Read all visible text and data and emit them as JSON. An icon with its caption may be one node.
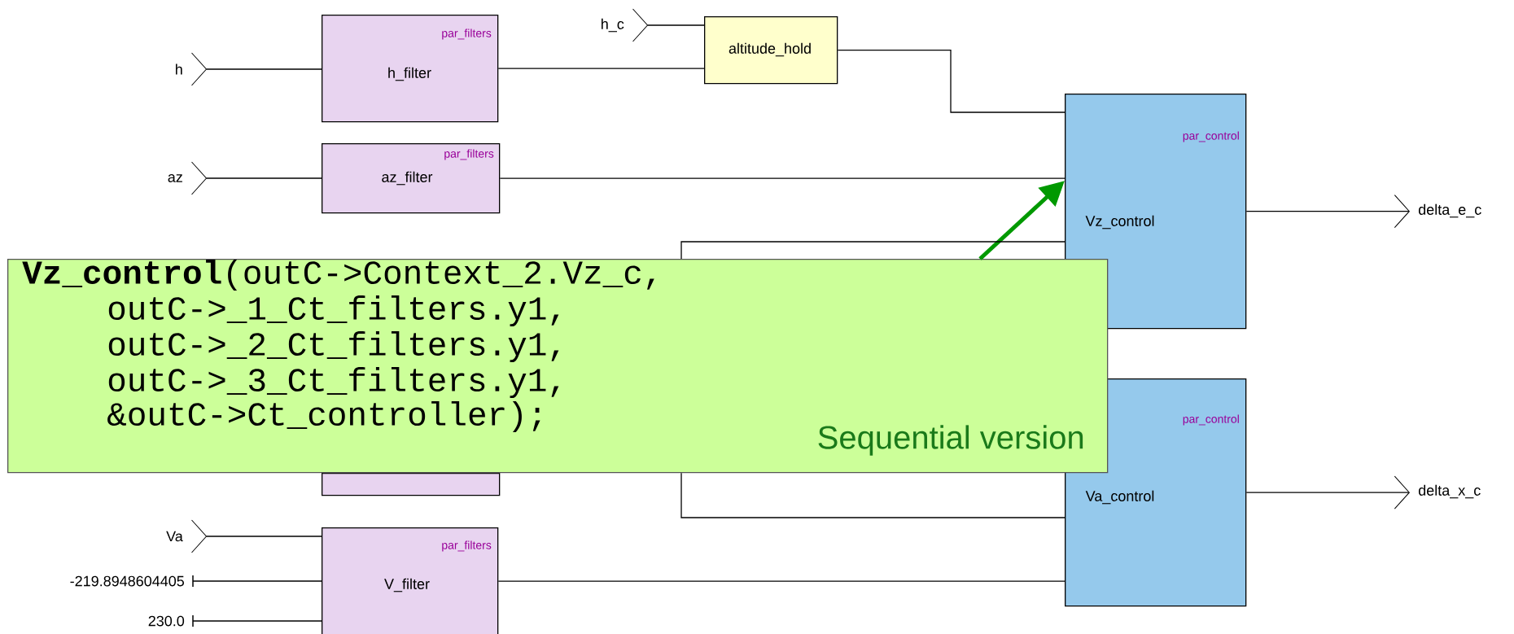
{
  "diagram": {
    "nodes": [
      {
        "text": [
          "h"
        ]
      },
      {
        "text": [
          "par_filters",
          "h_filter"
        ]
      },
      {
        "text": [
          "h_c"
        ]
      },
      {
        "text": [
          "altitude_hold"
        ]
      },
      {
        "text": [
          "par_control",
          "Vz_control"
        ]
      },
      {
        "text": [
          "delta_e_c"
        ]
      },
      {
        "text": [
          "az"
        ]
      },
      {
        "text": [
          "par_filters",
          "az_filter"
        ]
      },
      {
        "text": [
          "**Vz_control**(outC->Context_2.Vz_c,",
          "outC->_1_Ct_filters.y1,",
          "outC->_2_Ct_filters.y1,",
          "outC->_3_Ct_filters.y1,",
          "&outC->Ct_controller);",
          "Sequential version"
        ]
      },
      {
        "text": [],
        "shape": "box"
      },
      {
        "text": [
          "par_control",
          "Va_control"
        ]
      },
      {
        "text": [
          "delta_x_c"
        ]
      },
      {
        "text": [
          "Va"
        ]
      },
      {
        "text": [
          "-219.8948604405"
        ]
      },
      {
        "text": [
          "230.0"
        ]
      },
      {
        "text": [
          "par_filters",
          "V_filter"
        ]
      }
    ],
    "edges": [
      {
        "from": 0,
        "to": 1,
        "arrow": "other"
      },
      {
        "from": 1,
        "to": 3,
        "arrow": "none"
      },
      {
        "from": 2,
        "to": 3,
        "arrow": "other"
      },
      {
        "from": 3,
        "to": 4,
        "arrow": "none"
      },
      {
        "from": 4,
        "to": 5,
        "arrow": "to"
      },
      {
        "from": 6,
        "to": 7,
        "arrow": "other"
      },
      {
        "from": 7,
        "to": 4,
        "arrow": "none"
      },
      {
        "from": 8,
        "to": 4,
        "arrow": "to",
        "style": "thick",
        "color": "#009900"
      },
      {
        "from": 8,
        "to": 4,
        "arrow": "none"
      },
      {
        "from": 8,
        "to": 10,
        "arrow": "none"
      },
      {
        "from": 10,
        "to": 11,
        "arrow": "to"
      },
      {
        "from": 12,
        "to": 15,
        "arrow": "other"
      },
      {
        "from": 13,
        "to": 15,
        "arrow": "none"
      },
      {
        "from": 14,
        "to": 15,
        "arrow": "none"
      },
      {
        "from": 15,
        "to": 10,
        "arrow": "none"
      }
    ]
  }
}
